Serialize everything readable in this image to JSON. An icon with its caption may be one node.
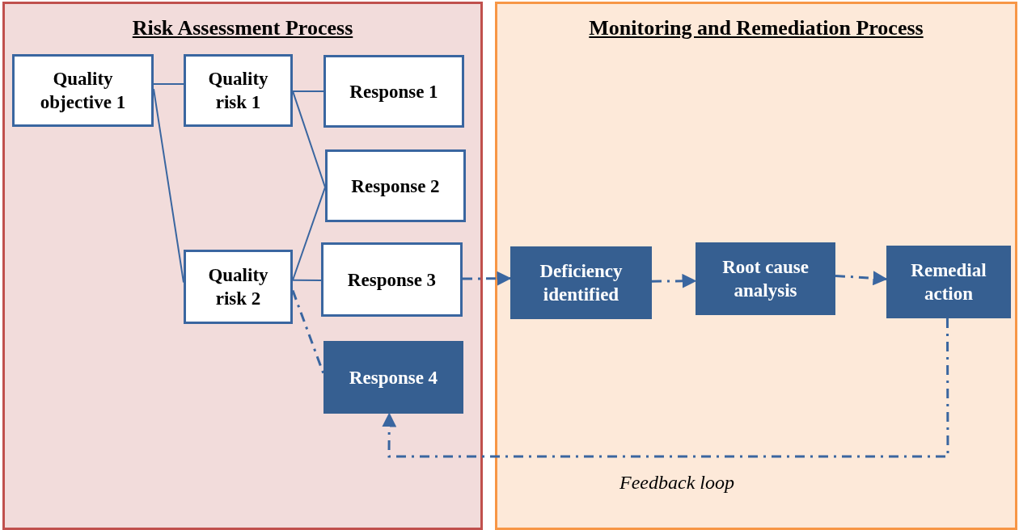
{
  "diagram": {
    "nodes": [
      {
        "text": [
          "Risk Assessment Process"
        ]
      },
      {
        "text": [
          "Monitoring and Remediation Process"
        ]
      },
      {
        "text": [
          "Quality objective 1"
        ],
        "in": 0
      },
      {
        "text": [
          "Quality risk 1"
        ],
        "in": 0
      },
      {
        "text": [
          "Quality risk 2"
        ],
        "in": 0
      },
      {
        "text": [
          "Response 1"
        ],
        "in": 0
      },
      {
        "text": [
          "Response 2"
        ],
        "in": 0
      },
      {
        "text": [
          "Response 3"
        ],
        "in": 0
      },
      {
        "text": [
          "Response 4"
        ],
        "in": 0
      },
      {
        "text": [
          "Deficiency identified"
        ],
        "in": 1
      },
      {
        "text": [
          "Root cause analysis"
        ],
        "in": 1
      },
      {
        "text": [
          "Remedial action"
        ],
        "in": 1
      }
    ],
    "edges": [
      {
        "from": 2,
        "to": 3,
        "arrow": "none"
      },
      {
        "from": 2,
        "to": 4,
        "arrow": "none"
      },
      {
        "from": 3,
        "to": 5,
        "arrow": "none"
      },
      {
        "from": 3,
        "to": 6,
        "arrow": "none"
      },
      {
        "from": 4,
        "to": 6,
        "arrow": "none"
      },
      {
        "from": 4,
        "to": 7,
        "arrow": "none"
      },
      {
        "from": 4,
        "to": 8,
        "arrow": "none",
        "style": "dashed"
      },
      {
        "from": 7,
        "to": 9,
        "arrow": "to",
        "style": "dashed"
      },
      {
        "from": 9,
        "to": 10,
        "arrow": "to",
        "style": "dashed"
      },
      {
        "from": 10,
        "to": 11,
        "arrow": "to",
        "style": "dashed"
      },
      {
        "from": 11,
        "to": 8,
        "arrow": "to",
        "style": "dashed",
        "label": "Feedback loop"
      }
    ]
  }
}
